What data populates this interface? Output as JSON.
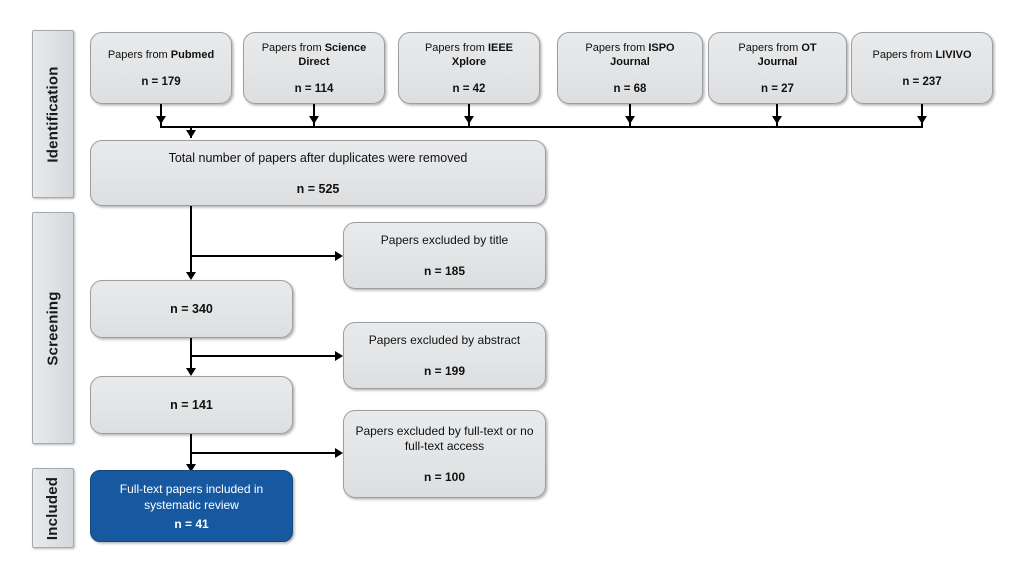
{
  "diagram": {
    "type": "prisma-flow-diagram",
    "background_color": "#ffffff",
    "box_fill": "#e4e6e8",
    "box_border": "#9b9ea2",
    "highlight_color": "#1759a0",
    "highlight_text_color": "#ffffff",
    "connector_color": "#000000"
  },
  "stages": [
    {
      "label": "Identification"
    },
    {
      "label": "Screening"
    },
    {
      "label": "Included"
    }
  ],
  "sources": [
    {
      "prefix": "Papers from ",
      "name": "Pubmed",
      "count": "n = 179",
      "n": 179
    },
    {
      "prefix": "Papers from ",
      "name": "Science Direct",
      "count": "n = 114",
      "n": 114
    },
    {
      "prefix": "Papers from ",
      "name": "IEEE Xplore",
      "count": "n = 42",
      "n": 42
    },
    {
      "prefix": "Papers from ",
      "name": "ISPO Journal",
      "count": "n = 68",
      "n": 68
    },
    {
      "prefix": "Papers from ",
      "name": "OT Journal",
      "count": "n = 27",
      "n": 27
    },
    {
      "prefix": "Papers from ",
      "name": "LIVIVO",
      "count": "n = 237",
      "n": 237
    }
  ],
  "total": {
    "title": "Total number of papers after duplicates were removed",
    "count": "n = 525",
    "n": 525
  },
  "screening": {
    "after_title": {
      "count": "n = 340",
      "n": 340
    },
    "after_abstract": {
      "count": "n = 141",
      "n": 141
    }
  },
  "exclusions": [
    {
      "title": "Papers excluded by title",
      "count": "n = 185",
      "n": 185
    },
    {
      "title": "Papers excluded by abstract",
      "count": "n = 199",
      "n": 199
    },
    {
      "title": "Papers excluded by full-text or no full-text access",
      "count": "n = 100",
      "n": 100
    }
  ],
  "included": {
    "title": "Full-text papers included in systematic review",
    "count": "n = 41",
    "n": 41
  }
}
